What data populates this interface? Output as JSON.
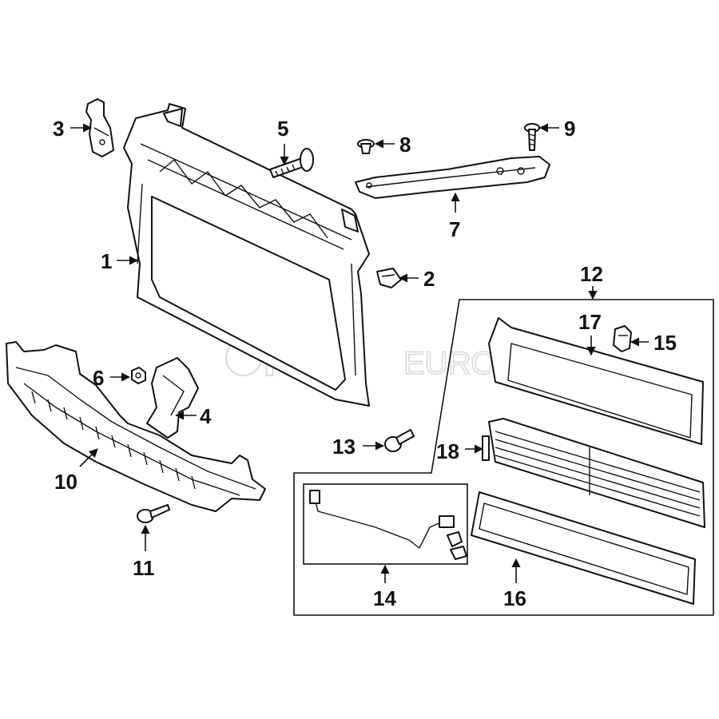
{
  "watermark": {
    "brand_left": "FCP",
    "brand_right": "EURO"
  },
  "callouts": {
    "c1": "1",
    "c2": "2",
    "c3": "3",
    "c4": "4",
    "c5": "5",
    "c6": "6",
    "c7": "7",
    "c8": "8",
    "c9": "9",
    "c10": "10",
    "c11": "11",
    "c12": "12",
    "c13": "13",
    "c14": "14",
    "c15": "15",
    "c16": "16",
    "c17": "17",
    "c18": "18"
  }
}
